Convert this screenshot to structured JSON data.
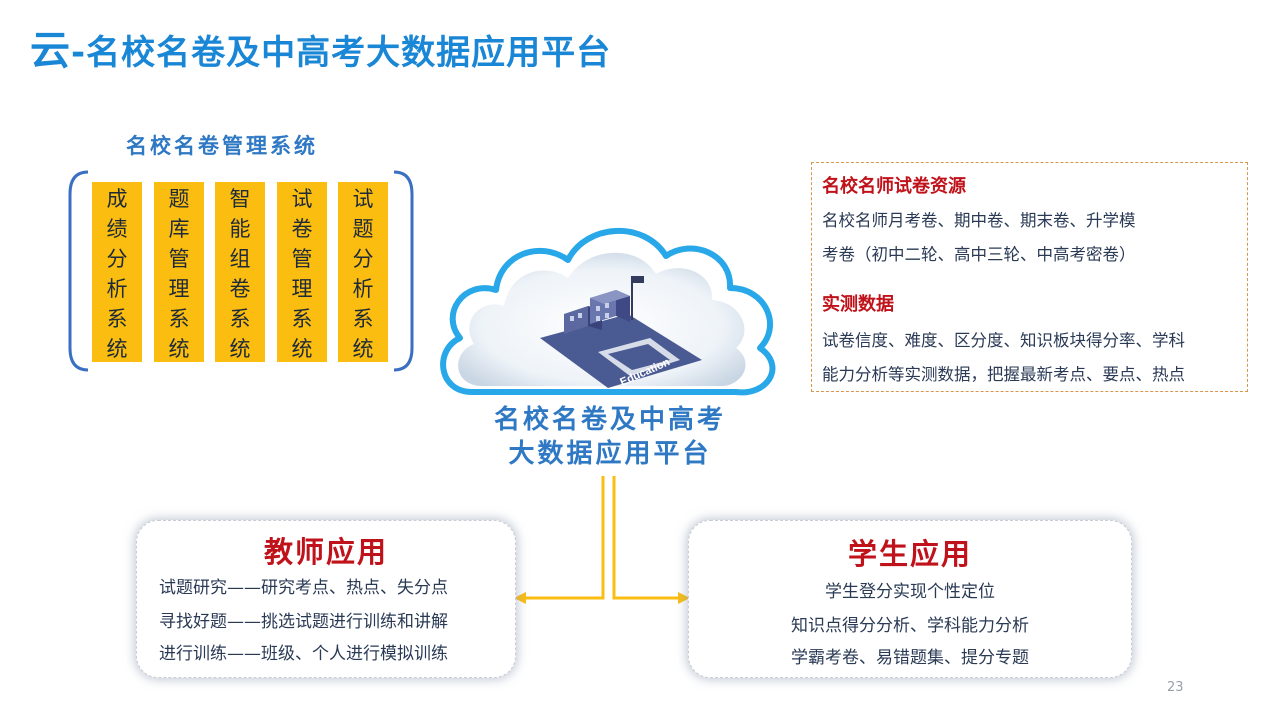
{
  "header": {
    "title_first": "云",
    "title_rest": "-名校名卷及中高考大数据应用平台"
  },
  "system": {
    "title": "名校名卷管理系统",
    "modules": [
      {
        "label": "成绩分析系统"
      },
      {
        "label": "题库管理系统"
      },
      {
        "label": "智能组卷系统"
      },
      {
        "label": "试卷管理系统"
      },
      {
        "label": "试题分析系统"
      }
    ]
  },
  "resources": {
    "heading1": "名校名师试卷资源",
    "line1": "名校名师月考卷、期中卷、期末卷、升学模",
    "line2": "考卷（初中二轮、高中三轮、中高考密卷）",
    "heading2": "实测数据",
    "line3": "试卷信度、难度、区分度、知识板块得分率、学科",
    "line4": "能力分析等实测数据，把握最新考点、要点、热点"
  },
  "platform": {
    "line1": "名校名卷及中高考",
    "line2": "大数据应用平台",
    "image_text": "Education"
  },
  "teacher": {
    "title": "教师应用",
    "lines": [
      "试题研究——研究考点、热点、失分点",
      "寻找好题——挑选试题进行训练和讲解",
      "进行训练——班级、个人进行模拟训练"
    ]
  },
  "student": {
    "title": "学生应用",
    "lines": [
      "学生登分实现个性定位",
      "知识点得分分析、学科能力分析",
      "学霸考卷、易错题集、提分专题"
    ]
  },
  "page_number": "23",
  "colors": {
    "title_blue": "#1a86d6",
    "accent_yellow": "#fbbd10",
    "heading_red": "#c0121a",
    "brace_blue": "#3a6fc2"
  }
}
